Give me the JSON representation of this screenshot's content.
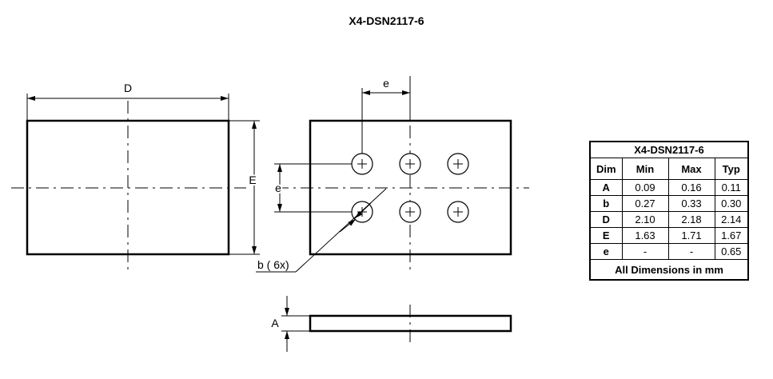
{
  "title": "X4-DSN2117-6",
  "labels": {
    "dim_D": "D",
    "dim_E": "E",
    "dim_e_h": "e",
    "dim_e_v": "e",
    "dim_b": "b ( 6x)",
    "dim_A": "A"
  },
  "table": {
    "title": "X4-DSN2117-6",
    "headers": [
      "Dim",
      "Min",
      "Max",
      "Typ"
    ],
    "rows": [
      {
        "dim": "A",
        "min": "0.09",
        "max": "0.16",
        "typ": "0.11"
      },
      {
        "dim": "b",
        "min": "0.27",
        "max": "0.33",
        "typ": "0.30"
      },
      {
        "dim": "D",
        "min": "2.10",
        "max": "2.18",
        "typ": "2.14"
      },
      {
        "dim": "E",
        "min": "1.63",
        "max": "1.71",
        "typ": "1.67"
      },
      {
        "dim": "e",
        "min": "-",
        "max": "-",
        "typ": "0.65"
      }
    ],
    "footer": "All Dimensions in mm"
  }
}
